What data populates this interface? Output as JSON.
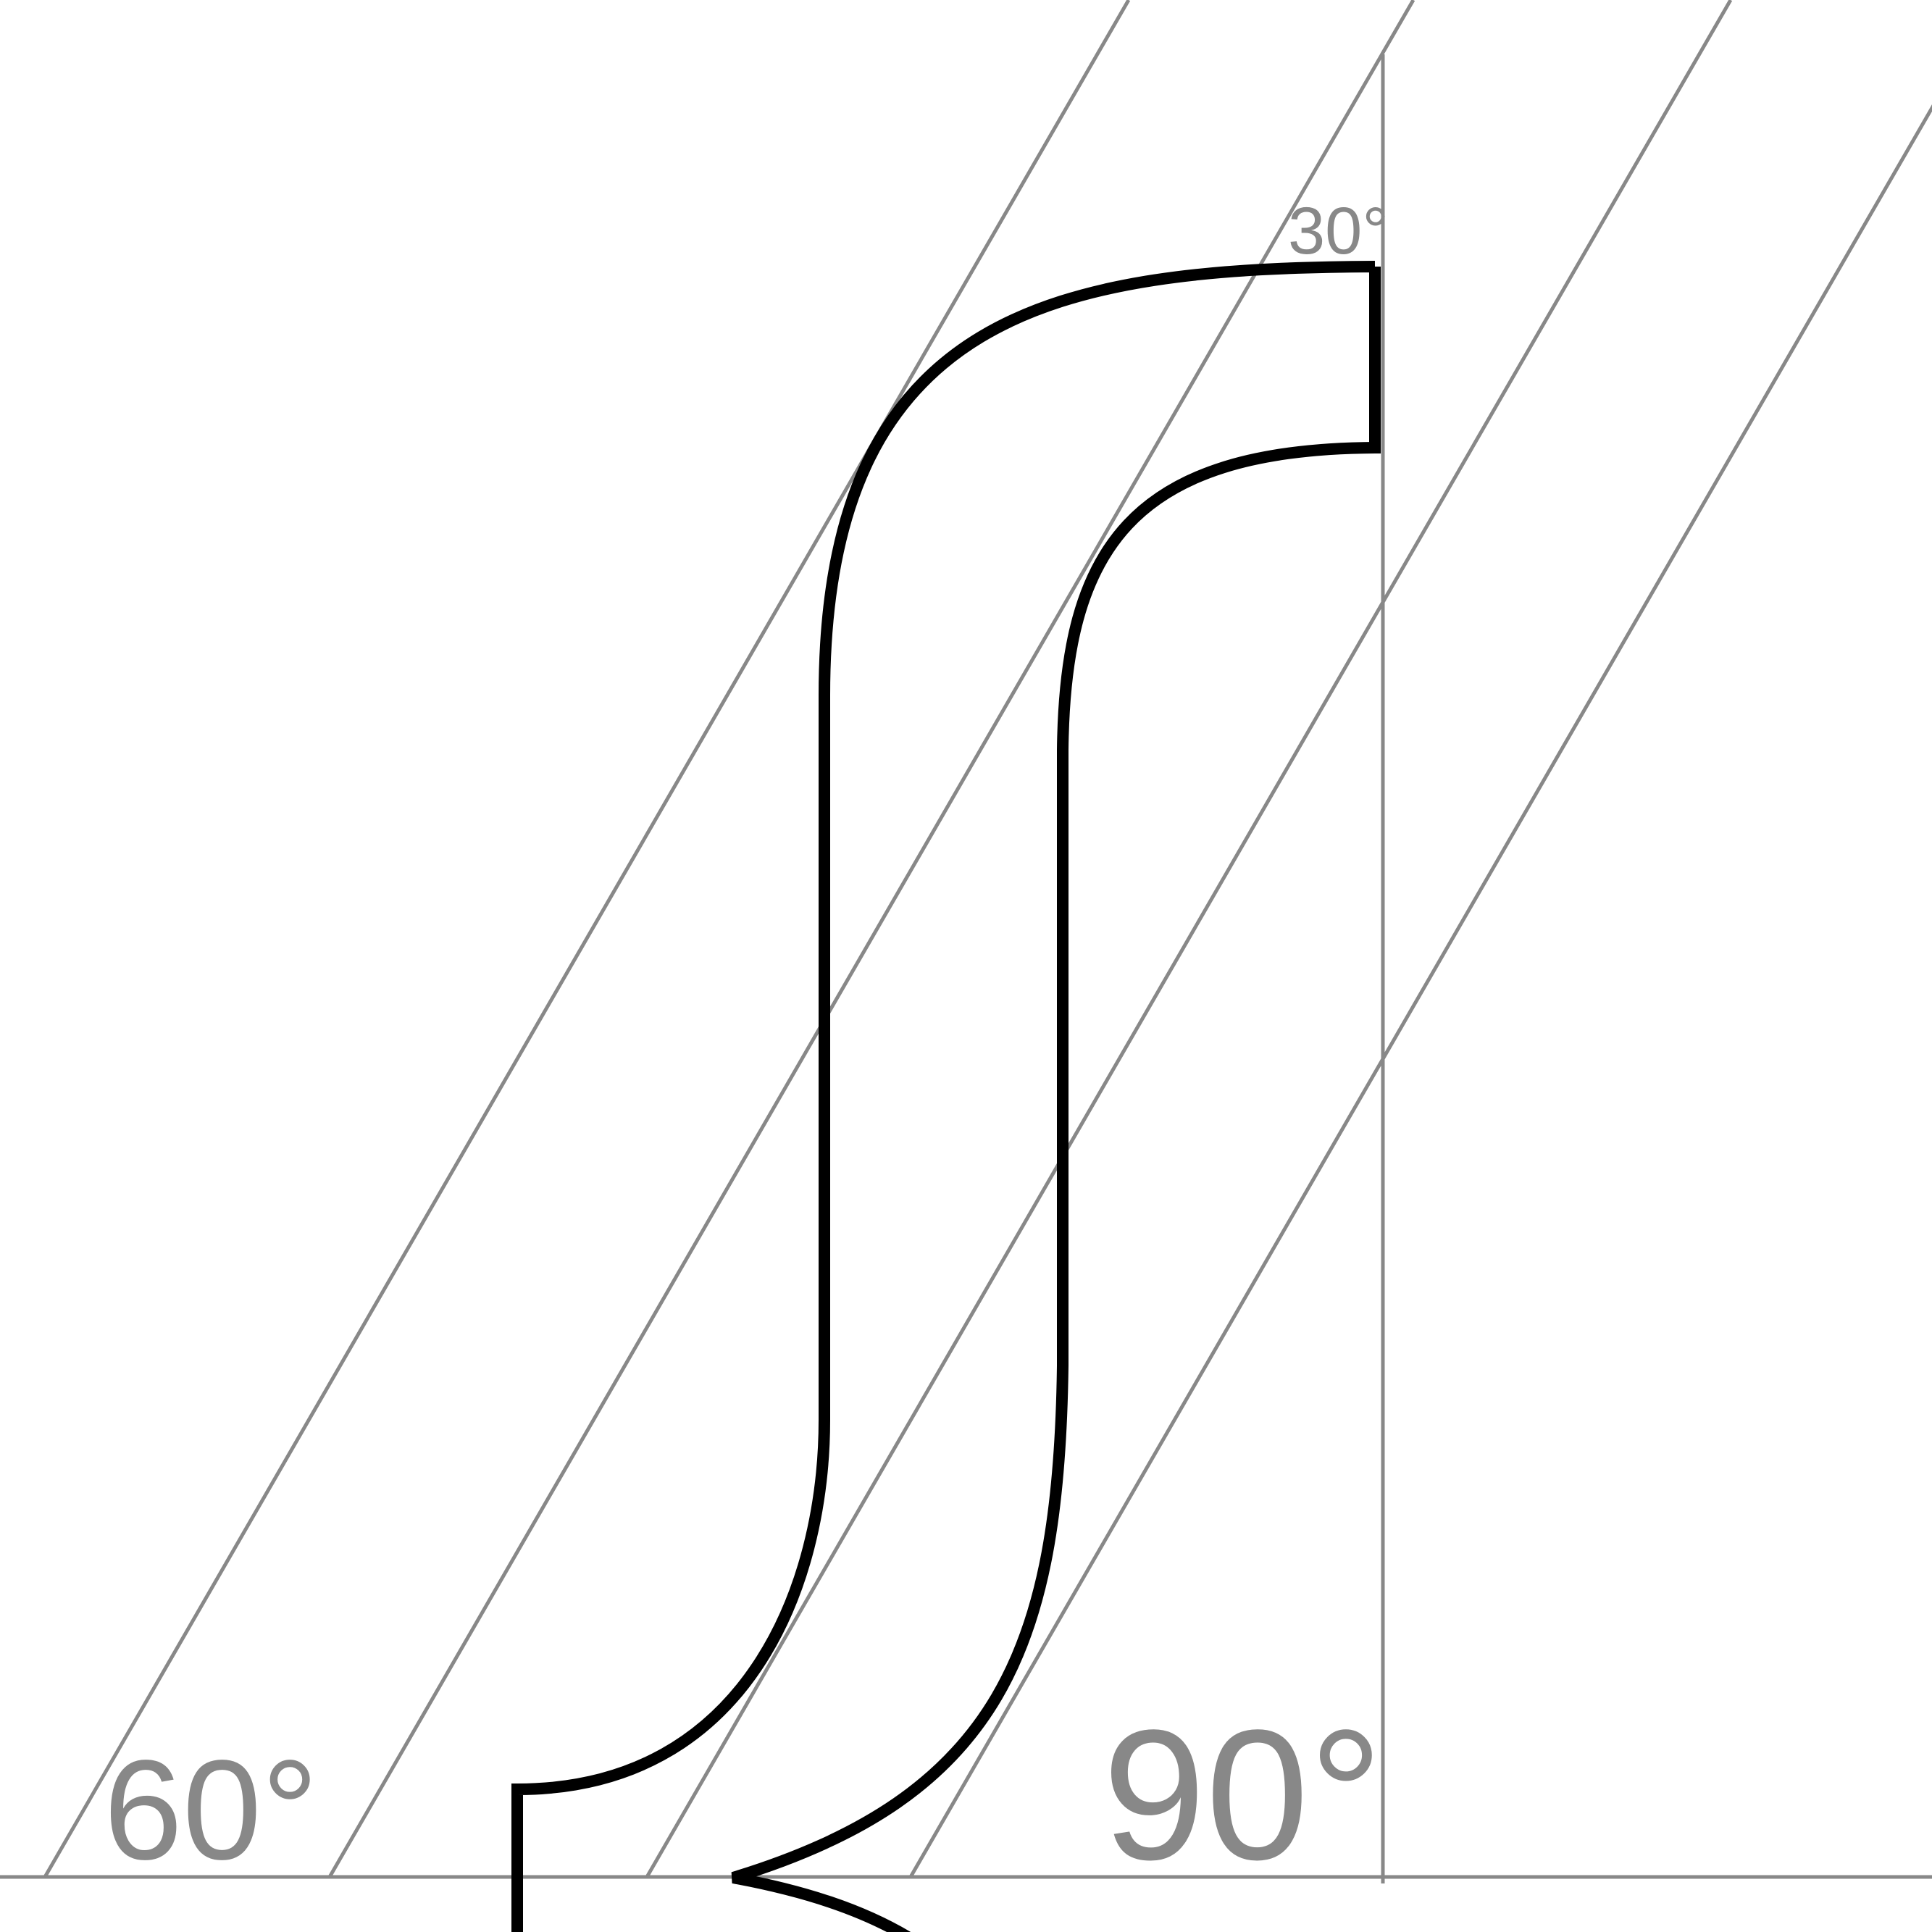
{
  "colors": {
    "background": "#ffffff",
    "guide_lines": "#888888",
    "glyph_outline": "#000000",
    "labels": "#888888"
  },
  "labels": {
    "top_angle": "30°",
    "left_angle": "60°",
    "right_angle": "90°"
  }
}
